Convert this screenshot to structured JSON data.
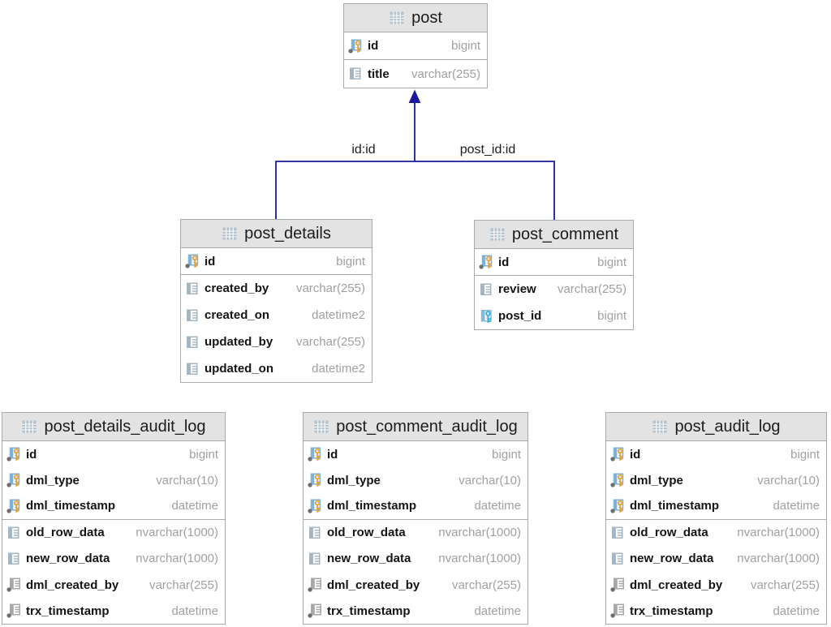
{
  "colors": {
    "relationship_line": "#1a1a9c",
    "header_bg": "#e3e3e3",
    "table_border": "#a9a9a9",
    "column_name_text": "#141414",
    "column_type_text": "#a0a0a0",
    "primary_key_icon": "#e8a43c",
    "foreign_key_icon": "#30b4e4",
    "column_icon": "#a5b5c1",
    "not_null_dot": "#6f6f6f"
  },
  "relationships": [
    {
      "label": "id:id",
      "from_table": "post_details",
      "to_table": "post"
    },
    {
      "label": "post_id:id",
      "from_table": "post_comment",
      "to_table": "post"
    }
  ],
  "tables": {
    "post": {
      "title": "post",
      "columns": [
        {
          "name": "id",
          "type": "bigint",
          "icon": "primary-key"
        },
        {
          "name": "title",
          "type": "varchar(255)",
          "icon": "column"
        }
      ]
    },
    "post_details": {
      "title": "post_details",
      "columns": [
        {
          "name": "id",
          "type": "bigint",
          "icon": "primary-key"
        },
        {
          "name": "created_by",
          "type": "varchar(255)",
          "icon": "column"
        },
        {
          "name": "created_on",
          "type": "datetime2",
          "icon": "column"
        },
        {
          "name": "updated_by",
          "type": "varchar(255)",
          "icon": "column"
        },
        {
          "name": "updated_on",
          "type": "datetime2",
          "icon": "column"
        }
      ]
    },
    "post_comment": {
      "title": "post_comment",
      "columns": [
        {
          "name": "id",
          "type": "bigint",
          "icon": "primary-key"
        },
        {
          "name": "review",
          "type": "varchar(255)",
          "icon": "column"
        },
        {
          "name": "post_id",
          "type": "bigint",
          "icon": "foreign-key"
        }
      ]
    },
    "post_details_audit_log": {
      "title": "post_details_audit_log",
      "columns": [
        {
          "name": "id",
          "type": "bigint",
          "icon": "primary-key"
        },
        {
          "name": "dml_type",
          "type": "varchar(10)",
          "icon": "primary-key"
        },
        {
          "name": "dml_timestamp",
          "type": "datetime",
          "icon": "primary-key"
        },
        {
          "name": "old_row_data",
          "type": "nvarchar(1000)",
          "icon": "column"
        },
        {
          "name": "new_row_data",
          "type": "nvarchar(1000)",
          "icon": "column"
        },
        {
          "name": "dml_created_by",
          "type": "varchar(255)",
          "icon": "column-not-null"
        },
        {
          "name": "trx_timestamp",
          "type": "datetime",
          "icon": "column-not-null"
        }
      ]
    },
    "post_comment_audit_log": {
      "title": "post_comment_audit_log",
      "columns": [
        {
          "name": "id",
          "type": "bigint",
          "icon": "primary-key"
        },
        {
          "name": "dml_type",
          "type": "varchar(10)",
          "icon": "primary-key"
        },
        {
          "name": "dml_timestamp",
          "type": "datetime",
          "icon": "primary-key"
        },
        {
          "name": "old_row_data",
          "type": "nvarchar(1000)",
          "icon": "column"
        },
        {
          "name": "new_row_data",
          "type": "nvarchar(1000)",
          "icon": "column"
        },
        {
          "name": "dml_created_by",
          "type": "varchar(255)",
          "icon": "column-not-null"
        },
        {
          "name": "trx_timestamp",
          "type": "datetime",
          "icon": "column-not-null"
        }
      ]
    },
    "post_audit_log": {
      "title": "post_audit_log",
      "columns": [
        {
          "name": "id",
          "type": "bigint",
          "icon": "primary-key"
        },
        {
          "name": "dml_type",
          "type": "varchar(10)",
          "icon": "primary-key"
        },
        {
          "name": "dml_timestamp",
          "type": "datetime",
          "icon": "primary-key"
        },
        {
          "name": "old_row_data",
          "type": "nvarchar(1000)",
          "icon": "column"
        },
        {
          "name": "new_row_data",
          "type": "nvarchar(1000)",
          "icon": "column"
        },
        {
          "name": "dml_created_by",
          "type": "varchar(255)",
          "icon": "column-not-null"
        },
        {
          "name": "trx_timestamp",
          "type": "datetime",
          "icon": "column-not-null"
        }
      ]
    }
  }
}
